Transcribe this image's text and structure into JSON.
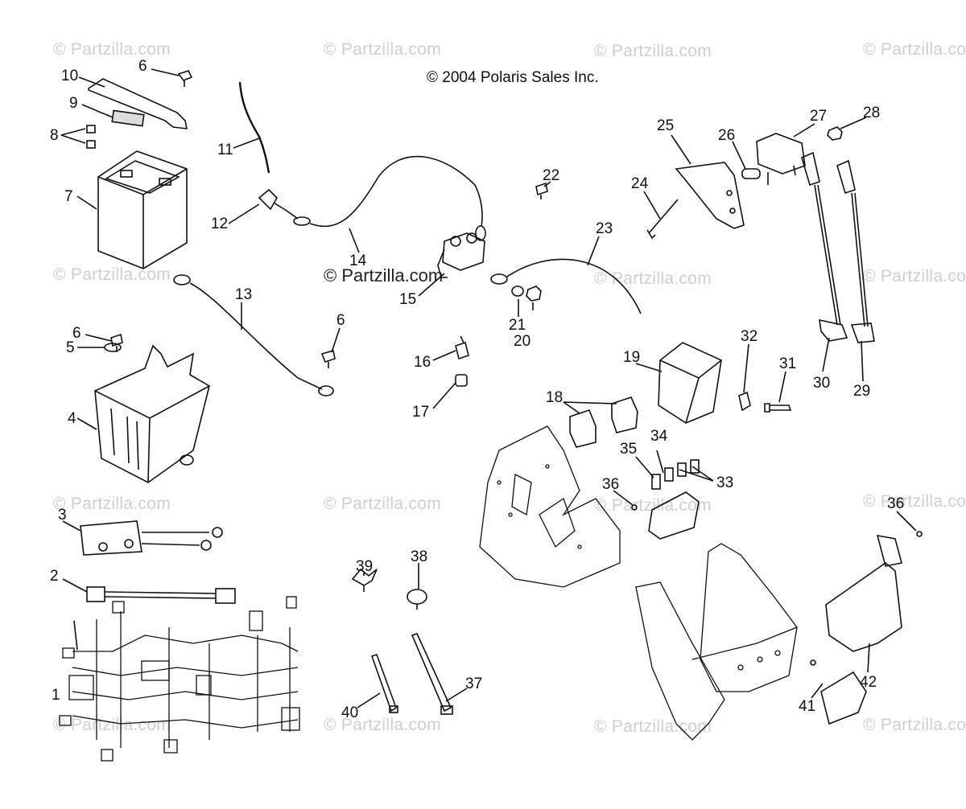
{
  "header": {
    "copyright": "© 2004 Polaris Sales Inc."
  },
  "watermarks": {
    "text": "© Partzilla.com",
    "center_text": "© Partzilla.com"
  },
  "callouts": [
    {
      "id": "c1",
      "label": "1"
    },
    {
      "id": "c2",
      "label": "2"
    },
    {
      "id": "c3",
      "label": "3"
    },
    {
      "id": "c4",
      "label": "4"
    },
    {
      "id": "c5",
      "label": "5"
    },
    {
      "id": "c6a",
      "label": "6"
    },
    {
      "id": "c6b",
      "label": "6"
    },
    {
      "id": "c6c",
      "label": "6"
    },
    {
      "id": "c7",
      "label": "7"
    },
    {
      "id": "c8",
      "label": "8"
    },
    {
      "id": "c9",
      "label": "9"
    },
    {
      "id": "c10",
      "label": "10"
    },
    {
      "id": "c11",
      "label": "11"
    },
    {
      "id": "c12",
      "label": "12"
    },
    {
      "id": "c13",
      "label": "13"
    },
    {
      "id": "c14",
      "label": "14"
    },
    {
      "id": "c15",
      "label": "15"
    },
    {
      "id": "c16",
      "label": "16"
    },
    {
      "id": "c17",
      "label": "17"
    },
    {
      "id": "c18",
      "label": "18"
    },
    {
      "id": "c19",
      "label": "19"
    },
    {
      "id": "c20",
      "label": "20"
    },
    {
      "id": "c21",
      "label": "21"
    },
    {
      "id": "c22",
      "label": "22"
    },
    {
      "id": "c23",
      "label": "23"
    },
    {
      "id": "c24",
      "label": "24"
    },
    {
      "id": "c25",
      "label": "25"
    },
    {
      "id": "c26",
      "label": "26"
    },
    {
      "id": "c27",
      "label": "27"
    },
    {
      "id": "c28",
      "label": "28"
    },
    {
      "id": "c29",
      "label": "29"
    },
    {
      "id": "c30",
      "label": "30"
    },
    {
      "id": "c31",
      "label": "31"
    },
    {
      "id": "c32",
      "label": "32"
    },
    {
      "id": "c33",
      "label": "33"
    },
    {
      "id": "c34",
      "label": "34"
    },
    {
      "id": "c35",
      "label": "35"
    },
    {
      "id": "c36a",
      "label": "36"
    },
    {
      "id": "c36b",
      "label": "36"
    },
    {
      "id": "c37",
      "label": "37"
    },
    {
      "id": "c38",
      "label": "38"
    },
    {
      "id": "c39",
      "label": "39"
    },
    {
      "id": "c40",
      "label": "40"
    },
    {
      "id": "c41",
      "label": "41"
    },
    {
      "id": "c42",
      "label": "42"
    }
  ]
}
